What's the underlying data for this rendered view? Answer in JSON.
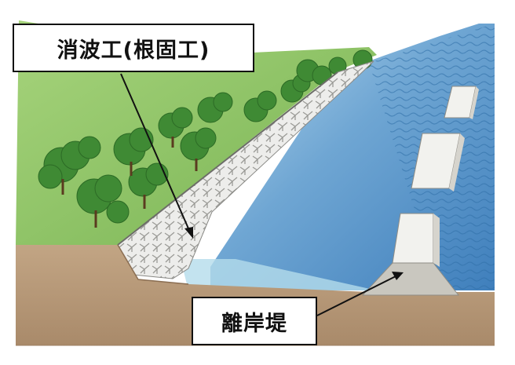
{
  "labels": {
    "wave_dissipation": "消波工(根固工)",
    "detached_breakwater": "離岸堤"
  },
  "colors": {
    "sea_light": "#a9cde6",
    "sea_deep": "#4f8fc6",
    "grass": "#8fc567",
    "soil": "#b69777",
    "concrete": "#e9e9e5",
    "label_border": "#111111"
  },
  "illustration": {
    "elements": [
      "grass-embankment",
      "trees",
      "tetrapod-armor-blocks",
      "sea-water",
      "detached-breakwater-blocks",
      "soil-cross-section"
    ]
  }
}
